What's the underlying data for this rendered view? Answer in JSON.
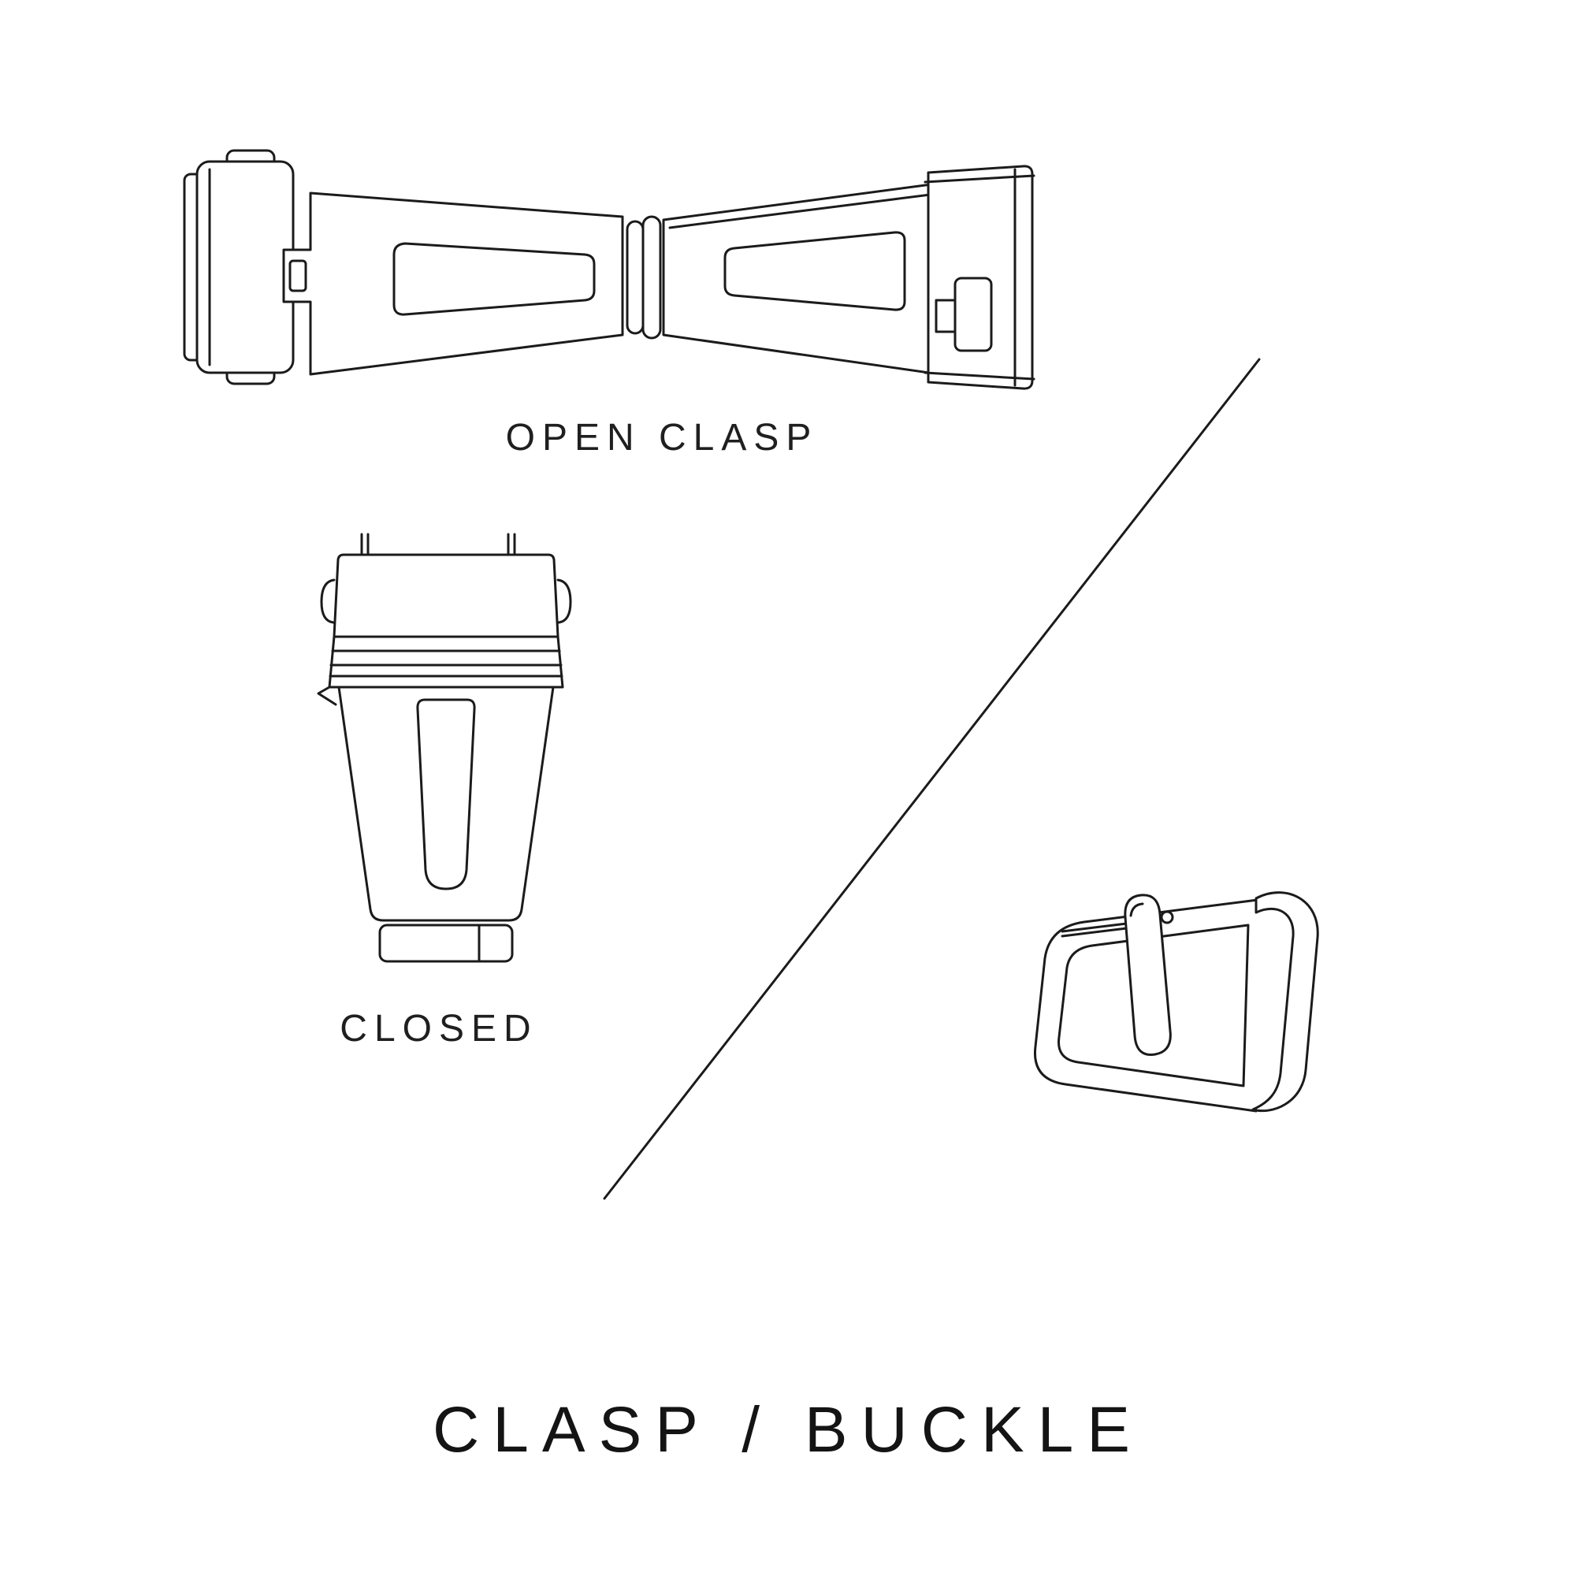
{
  "canvas": {
    "background": "#ffffff",
    "line_color": "#1b1b1b",
    "text_color": "#1f1f1f"
  },
  "figure": {
    "open_clasp": {
      "label": "OPEN CLASP",
      "illustration": "open-clasp-line-drawing"
    },
    "closed_clasp": {
      "label": "CLOSED",
      "illustration": "closed-clasp-line-drawing"
    },
    "buckle": {
      "illustration": "tang-buckle-line-drawing"
    },
    "divider": "diagonal-divider-line",
    "title": "CLASP / BUCKLE"
  }
}
